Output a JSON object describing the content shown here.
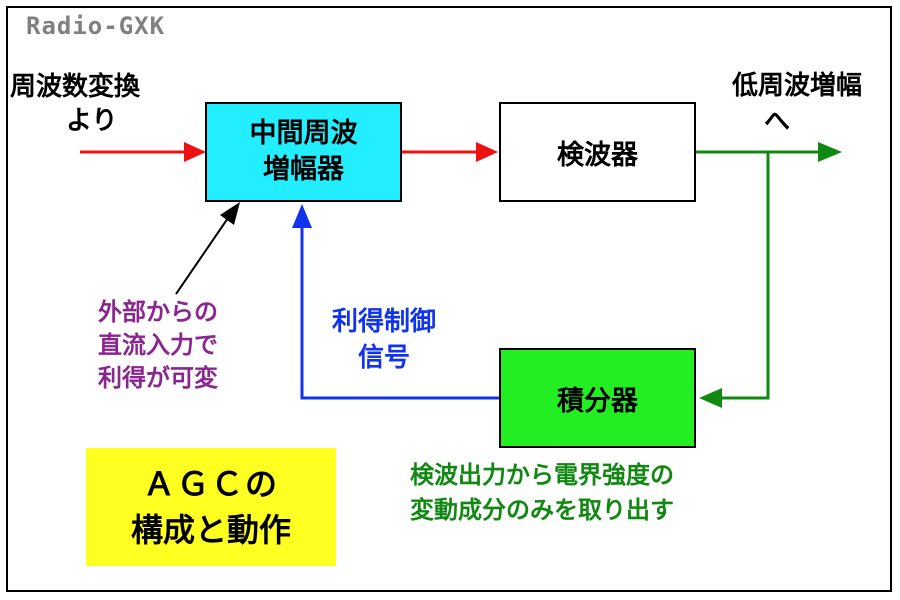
{
  "brand": "Radio-GXK",
  "input_label": [
    "周波数変換",
    "より"
  ],
  "output_label": [
    "低周波増幅",
    "へ"
  ],
  "blocks": {
    "if_amp": [
      "中間周波",
      "増幅器"
    ],
    "detector": [
      "検波器"
    ],
    "integrator": [
      "積分器"
    ]
  },
  "annotations": {
    "external": [
      "外部からの",
      "直流入力で",
      "利得が可変"
    ],
    "gain_control": [
      "利得制御",
      "信号"
    ],
    "detector_output": [
      "検波出力から電界強度の",
      "変動成分のみを取り出す"
    ]
  },
  "title_box": [
    "ＡＧＣの",
    "構成と動作"
  ],
  "colors": {
    "signal_red": "#ee1111",
    "audio_green": "#118811",
    "control_blue": "#1133ee",
    "if_amp_fill": "#22eeff",
    "integrator_fill": "#22ee22",
    "external_text": "#8b2590",
    "title_fill": "#ffff22"
  }
}
